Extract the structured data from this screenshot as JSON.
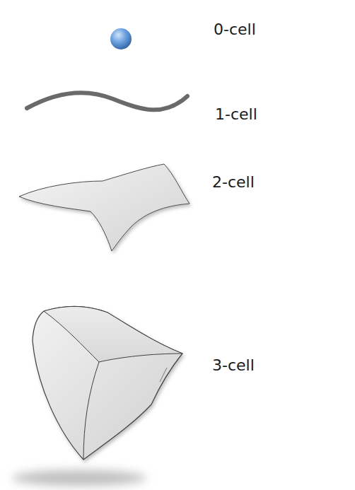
{
  "diagram": {
    "labels": [
      "0-cell",
      "1-cell",
      "2-cell",
      "3-cell"
    ]
  }
}
